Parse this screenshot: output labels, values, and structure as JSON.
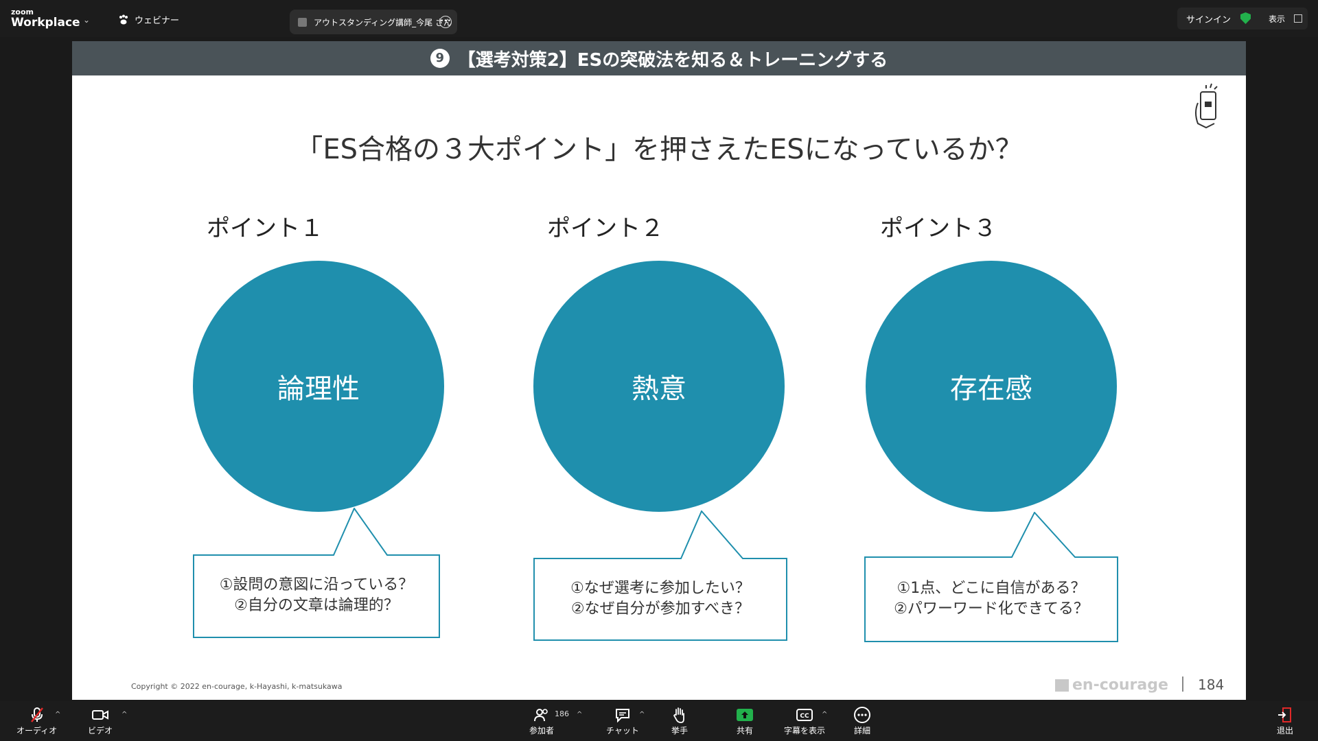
{
  "app": {
    "brand_small": "zoom",
    "brand_big": "Workplace",
    "webinar_label": "ウェビナー"
  },
  "tab": {
    "label": "アウトスタンディング講師_今尾 さん"
  },
  "topright": {
    "signin": "サインイン",
    "view": "表示"
  },
  "slide": {
    "header_number": "9",
    "header_title": "【選考対策2】ESの突破法を知る＆トレーニングする",
    "title": "「ES合格の３大ポイント」を押さえたESになっているか？",
    "points": [
      {
        "label": "ポイント１",
        "circle": "論理性",
        "q1": "①設問の意図に沿っている？",
        "q2": "②自分の文章は論理的？"
      },
      {
        "label": "ポイント２",
        "circle": "熱意",
        "q1": "①なぜ選考に参加したい？",
        "q2": "②なぜ自分が参加すべき？"
      },
      {
        "label": "ポイント３",
        "circle": "存在感",
        "q1": "①1点、どこに自信がある？",
        "q2": "②パワーワード化できてる？"
      }
    ],
    "copyright": "Copyright © 2022 en-courage, k-Hayashi, k-matsukawa",
    "brand": "en-courage",
    "page_number": "184"
  },
  "controls": {
    "audio": "オーディオ",
    "video": "ビデオ",
    "participants": "参加者",
    "participants_count": "186",
    "chat": "チャット",
    "raise_hand": "挙手",
    "share": "共有",
    "captions": "字幕を表示",
    "more": "詳細",
    "leave": "退出"
  },
  "colors": {
    "circle": "#1f8fad",
    "header_bar": "#4a5358",
    "shield": "#22b14c",
    "share": "#22b14c"
  }
}
